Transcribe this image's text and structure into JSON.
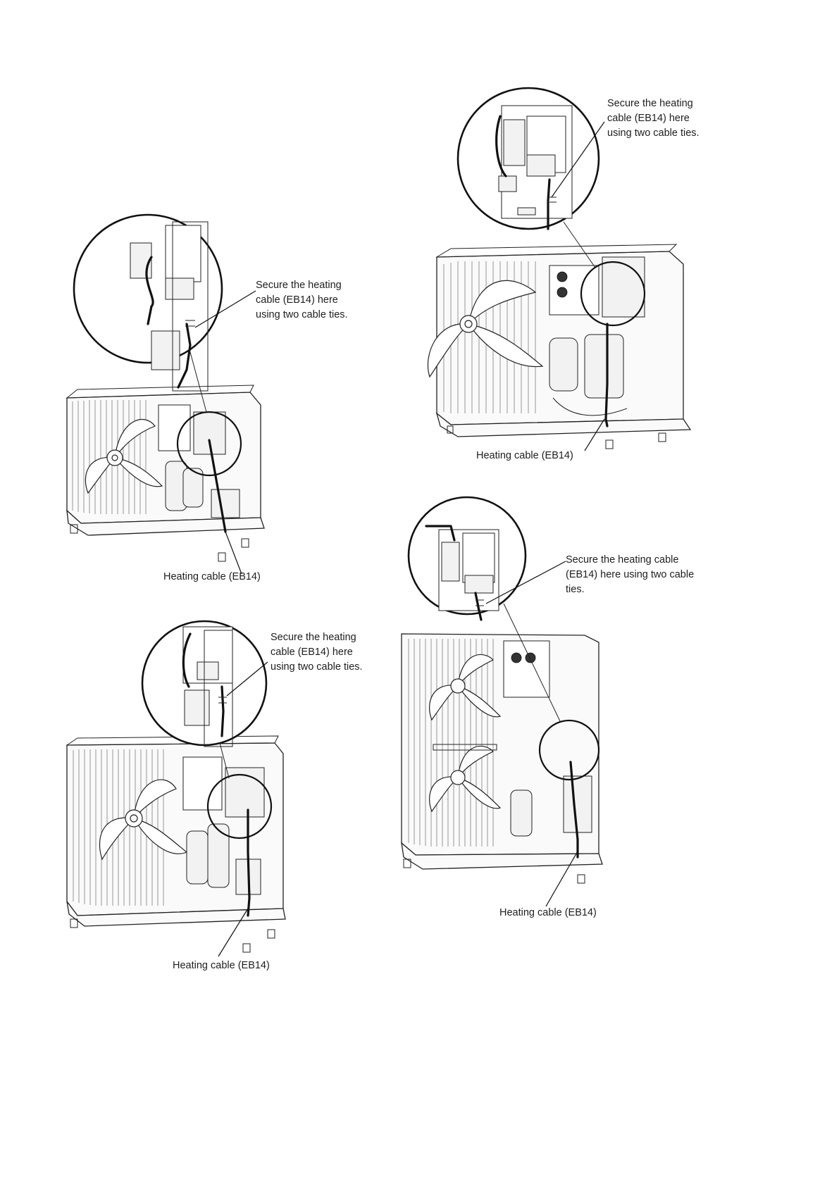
{
  "figures": [
    {
      "id": "unit-1",
      "secure_label": [
        "Secure the heating",
        "cable (EB14) here",
        "using two cable ties."
      ],
      "cable_label": "Heating cable (EB14)"
    },
    {
      "id": "unit-2",
      "secure_label": [
        "Secure the heating",
        "cable (EB14) here",
        "using two cable ties."
      ],
      "cable_label": "Heating cable (EB14)"
    },
    {
      "id": "unit-3",
      "secure_label": [
        "Secure the heating",
        "cable (EB14) here",
        "using two cable ties."
      ],
      "cable_label": "Heating cable (EB14)"
    },
    {
      "id": "unit-4",
      "secure_label": [
        "Secure the heating cable",
        "(EB14) here using two cable",
        "ties."
      ],
      "cable_label": "Heating cable (EB14)"
    }
  ]
}
